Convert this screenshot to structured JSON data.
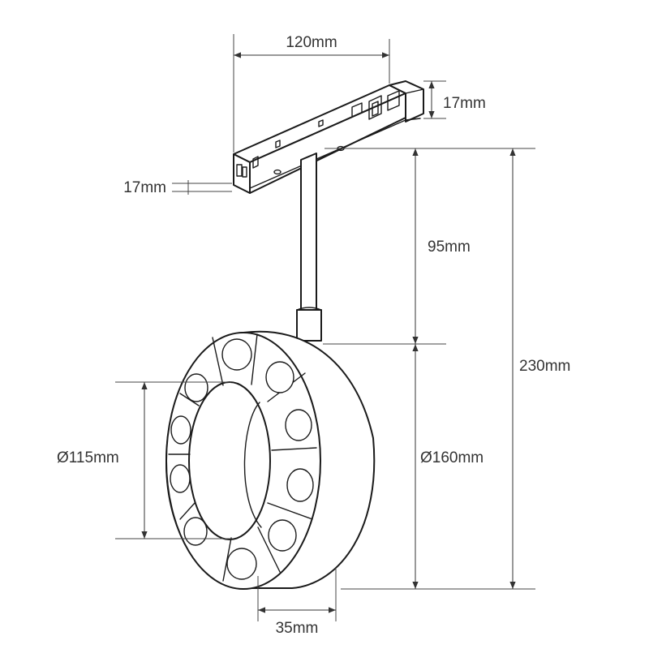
{
  "dimensions": {
    "track_length": "120mm",
    "track_height_right": "17mm",
    "track_height_left": "17mm",
    "stem_length": "95mm",
    "total_height": "230mm",
    "inner_diameter": "Ø115mm",
    "outer_diameter": "Ø160mm",
    "depth": "35mm"
  },
  "colors": {
    "line": "#1a1a1a",
    "dimension": "#333333",
    "background": "#ffffff"
  }
}
